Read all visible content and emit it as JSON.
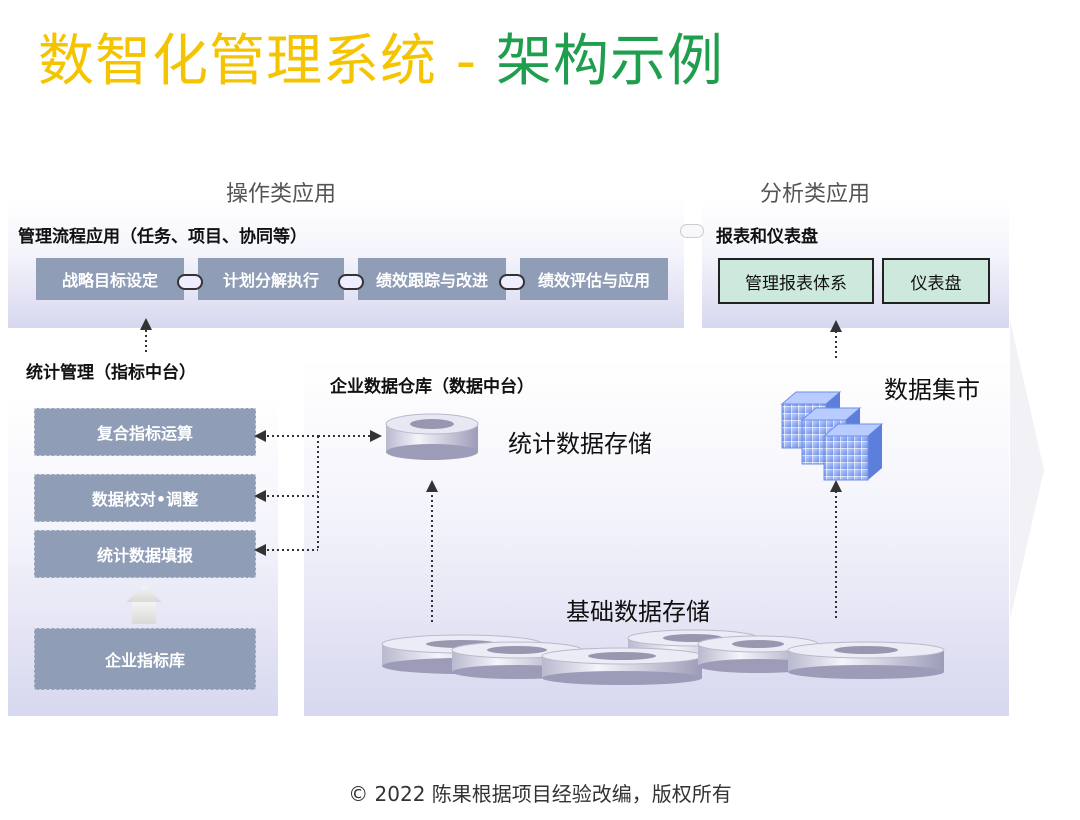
{
  "title": {
    "part1": "数智化管理系统",
    "separator": " - ",
    "part2": "架构示例"
  },
  "operations": {
    "section_label": "操作类应用",
    "flow_label": "管理流程应用（任务、项目、协同等）",
    "steps": [
      "战略目标设定",
      "计划分解执行",
      "绩效跟踪与改进",
      "绩效评估与应用"
    ]
  },
  "analytics": {
    "section_label": "分析类应用",
    "label": "报表和仪表盘",
    "boxes": [
      "管理报表体系",
      "仪表盘"
    ]
  },
  "stats_mgmt": {
    "label": "统计管理（指标中台）",
    "items": [
      "复合指标运算",
      "数据校对•调整",
      "统计数据填报"
    ],
    "library": "企业指标库"
  },
  "warehouse": {
    "label": "企业数据仓库（数据中台）",
    "stat_storage": "统计数据存储",
    "base_storage": "基础数据存储",
    "data_mart": "数据集市"
  },
  "footer": "© 2022 陈果根据项目经验改编，版权所有",
  "colors": {
    "title_yellow": "#f5c400",
    "title_green": "#1f9e4d",
    "step_fill": "#8f9db7",
    "dashboard_fill": "#cde9dd"
  }
}
